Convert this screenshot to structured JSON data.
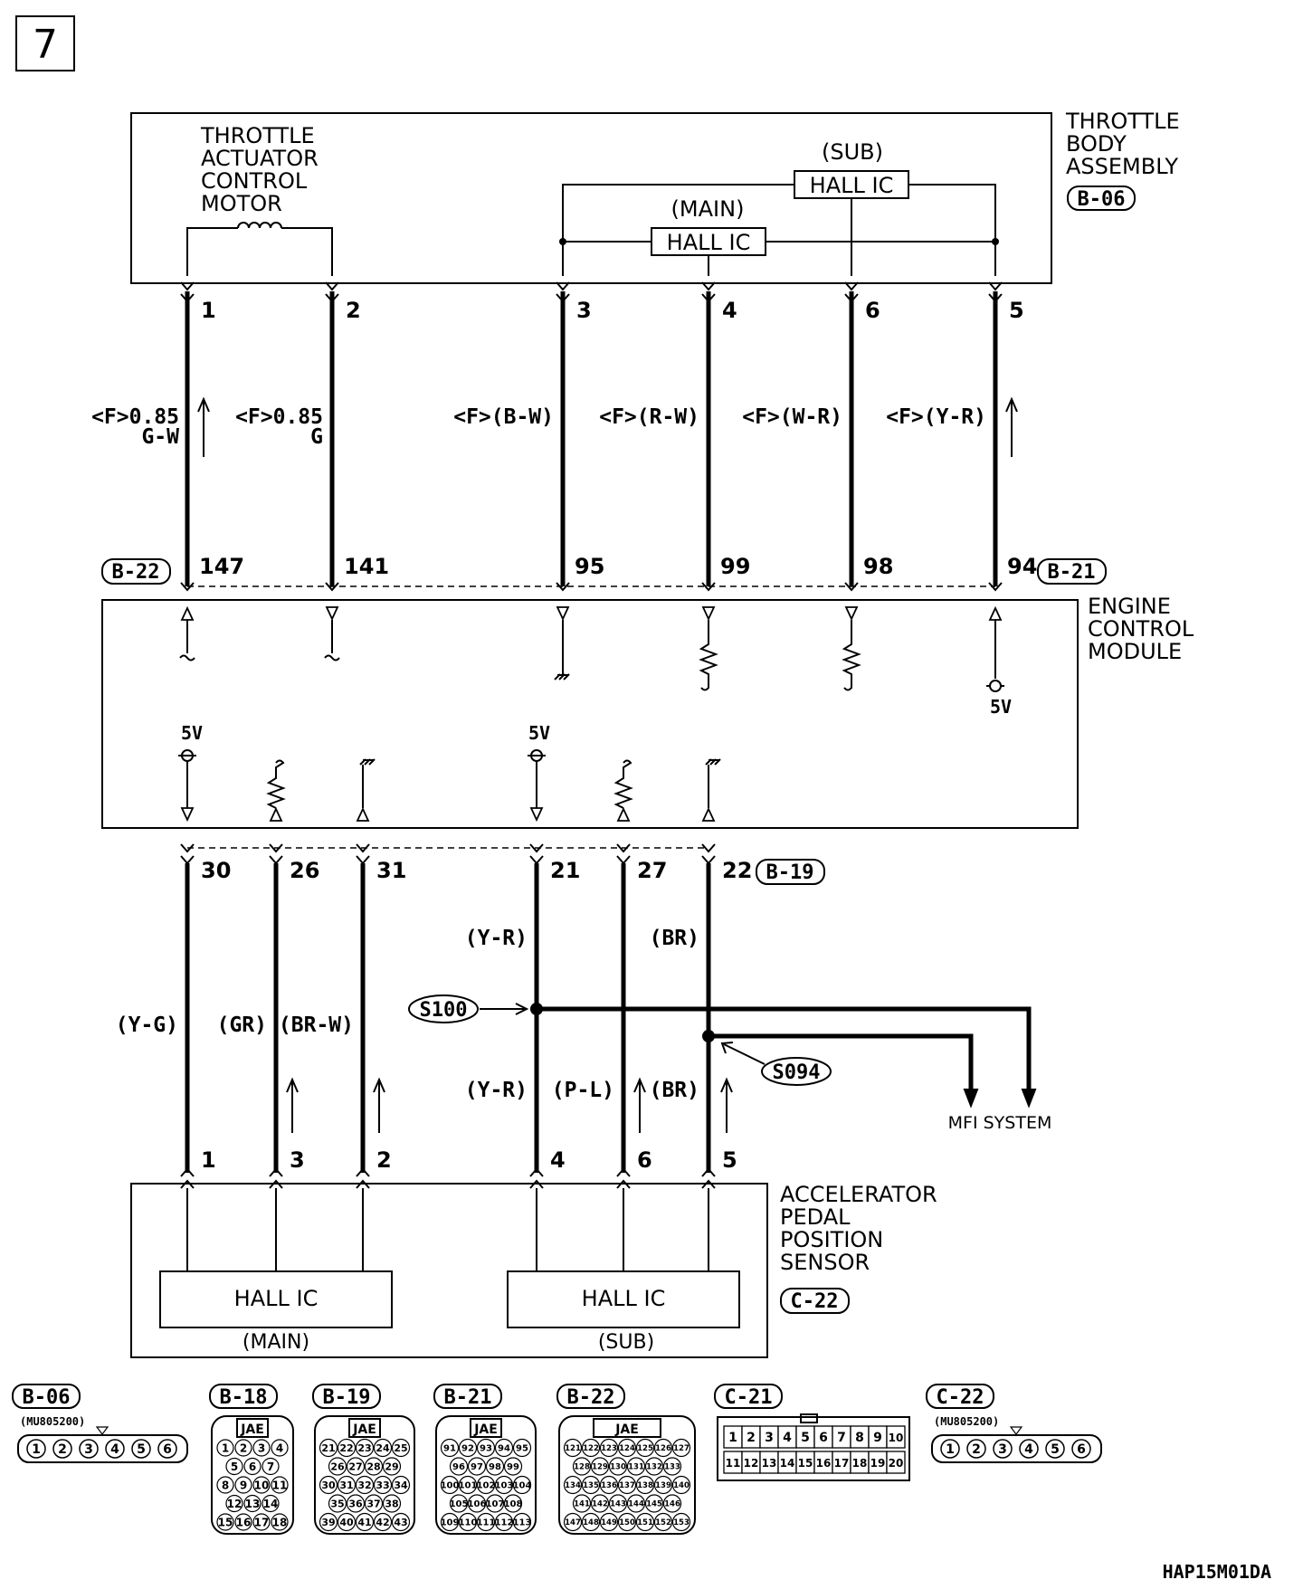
{
  "page": {
    "number": "7",
    "code": "HAP15M01DA"
  },
  "throttle": {
    "title": [
      "THROTTLE",
      "BODY",
      "ASSEMBLY"
    ],
    "conn": "B-06",
    "motor": [
      "THROTTLE",
      "ACTUATOR",
      "CONTROL",
      "MOTOR"
    ],
    "sub_tag": "(SUB)",
    "main_tag": "(MAIN)",
    "hall": "HALL IC",
    "pins": [
      "1",
      "2",
      "3",
      "4",
      "6",
      "5"
    ],
    "wires": [
      "<F>0.85",
      "G-W",
      "<F>0.85",
      "G",
      "<F>(B-W)",
      "<F>(R-W)",
      "<F>(W-R)",
      "<F>(Y-R)"
    ]
  },
  "ecm": {
    "title": [
      "ENGINE",
      "CONTROL",
      "MODULE"
    ],
    "conn_left": "B-22",
    "conn_right": "B-21",
    "conn_bottom": "B-19",
    "top_pins": [
      "147",
      "141",
      "95",
      "99",
      "98",
      "94"
    ],
    "bottom_pins": [
      "30",
      "26",
      "31",
      "21",
      "27",
      "22"
    ],
    "v5": "5V"
  },
  "harness": {
    "upper_labels": [
      "(Y-R)",
      "(BR)"
    ],
    "mid_labels": [
      "(Y-G)",
      "(GR)",
      "(BR-W)"
    ],
    "lower_labels": [
      "(Y-R)",
      "(P-L)",
      "(BR)"
    ],
    "splice_a": "S100",
    "splice_b": "S094",
    "mfi": "MFI SYSTEM"
  },
  "app": {
    "title": [
      "ACCELERATOR",
      "PEDAL",
      "POSITION",
      "SENSOR"
    ],
    "conn": "C-22",
    "pins": [
      "1",
      "3",
      "2",
      "4",
      "6",
      "5"
    ],
    "hall": "HALL IC",
    "main_tag": "(MAIN)",
    "sub_tag": "(SUB)"
  },
  "connectors": {
    "b06": {
      "id": "B-06",
      "part": "(MU805200)",
      "pins": [
        "1",
        "2",
        "3",
        "4",
        "5",
        "6"
      ]
    },
    "b18": {
      "id": "B-18",
      "jae": "JAE",
      "rows": [
        [
          "1",
          "2",
          "3",
          "4"
        ],
        [
          "5",
          "6",
          "7"
        ],
        [
          "8",
          "9",
          "10",
          "11"
        ],
        [
          "12",
          "13",
          "14"
        ],
        [
          "15",
          "16",
          "17",
          "18"
        ]
      ]
    },
    "b19": {
      "id": "B-19",
      "jae": "JAE",
      "rows": [
        [
          "21",
          "22",
          "23",
          "24",
          "25"
        ],
        [
          "26",
          "27",
          "28",
          "29"
        ],
        [
          "30",
          "31",
          "32",
          "33",
          "34"
        ],
        [
          "35",
          "36",
          "37",
          "38"
        ],
        [
          "39",
          "40",
          "41",
          "42",
          "43"
        ]
      ]
    },
    "b21": {
      "id": "B-21",
      "jae": "JAE",
      "rows": [
        [
          "91",
          "92",
          "93",
          "94",
          "95"
        ],
        [
          "96",
          "97",
          "98",
          "99"
        ],
        [
          "100",
          "101",
          "102",
          "103",
          "104"
        ],
        [
          "105",
          "106",
          "107",
          "108"
        ],
        [
          "109",
          "110",
          "111",
          "112",
          "113"
        ]
      ]
    },
    "b22": {
      "id": "B-22",
      "jae": "JAE",
      "rows": [
        [
          "121",
          "122",
          "123",
          "124",
          "125",
          "126",
          "127"
        ],
        [
          "128",
          "129",
          "130",
          "131",
          "132",
          "133"
        ],
        [
          "134",
          "135",
          "136",
          "137",
          "138",
          "139",
          "140"
        ],
        [
          "141",
          "142",
          "143",
          "144",
          "145",
          "146"
        ],
        [
          "147",
          "148",
          "149",
          "150",
          "151",
          "152",
          "153"
        ]
      ]
    },
    "c21": {
      "id": "C-21",
      "rows": [
        [
          "1",
          "2",
          "3",
          "4",
          "5",
          "6",
          "7",
          "8",
          "9",
          "10"
        ],
        [
          "11",
          "12",
          "13",
          "14",
          "15",
          "16",
          "17",
          "18",
          "19",
          "20"
        ]
      ]
    },
    "c22": {
      "id": "C-22",
      "part": "(MU805200)",
      "pins": [
        "1",
        "2",
        "3",
        "4",
        "5",
        "6"
      ]
    }
  }
}
